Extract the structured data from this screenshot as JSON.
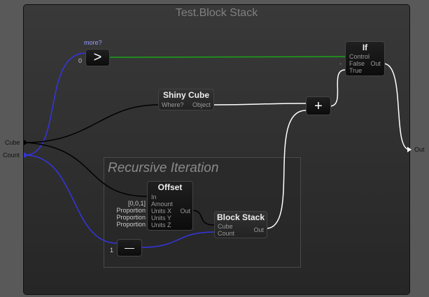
{
  "canvas": {
    "title": "Test.Block Stack"
  },
  "group": {
    "title": "Recursive Iteration"
  },
  "inputs": [
    {
      "label": "Cube"
    },
    {
      "label": "Count"
    }
  ],
  "outputs": [
    {
      "label": "Out"
    }
  ],
  "nodes": {
    "greater": {
      "symbol": ">",
      "caption": "more?",
      "default_b": "0"
    },
    "shiny_cube": {
      "title": "Shiny Cube",
      "in": "Where?",
      "out": "Object"
    },
    "if": {
      "title": "If",
      "ports": [
        "Control",
        "False",
        "True"
      ],
      "out": "Out",
      "false_default": "-"
    },
    "plus": {
      "symbol": "+"
    },
    "offset": {
      "title": "Offset",
      "ports": [
        "In",
        "Amount",
        "Units X",
        "Units Y",
        "Units Z"
      ],
      "out": "Out",
      "defaults": {
        "amount": "[0,0,1]",
        "ux": "Proportion",
        "uy": "Proportion",
        "uz": "Proportion"
      }
    },
    "block_stack": {
      "title": "Block Stack",
      "ports": [
        "Cube",
        "Count"
      ],
      "out": "Out"
    },
    "minus": {
      "symbol": "—",
      "default_b": "1"
    }
  },
  "colors": {
    "background": "#595959",
    "wire_number": "#3535e0",
    "wire_object": "#000000",
    "wire_bool": "#1aa51a",
    "wire_white": "#ffffff",
    "amount_port": "#f0a000"
  }
}
